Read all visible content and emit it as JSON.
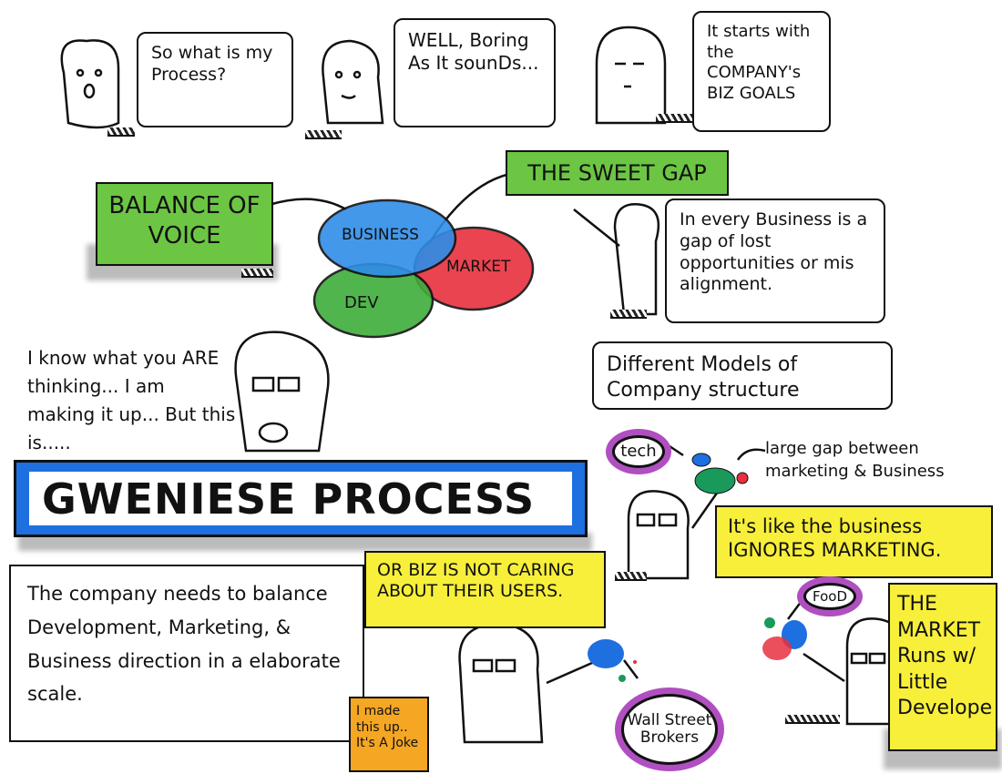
{
  "bubbles": {
    "what_process": "So what is my Process?",
    "boring": "WELL, Boring As It sounDs...",
    "starts": "It starts with the COMPANY's BIZ GOALS",
    "gap": "In every Business is a gap of lost opportunities or mis alignment.",
    "models": "Different Models of Company structure"
  },
  "labels": {
    "balance_voice": "BALANCE OF VOICE",
    "sweet_gap": "THE SWEET GAP",
    "thinking": "I know what you ARE thinking... I am making it up... But this is.....",
    "title": "GWENIESE PROCESS",
    "tech": "tech",
    "large_gap": "large gap between marketing & Business",
    "ignores": "It's like the business IGNORES MARKETING.",
    "balance_text": "The company needs to balance Development, Marketing, & Business direction in a elaborate scale.",
    "not_caring": "OR BIZ IS NOT CARING ABOUT THEIR USERS.",
    "joke": "I made this up.. It's A Joke",
    "wall_street": "Wall Street Brokers",
    "food": "FooD",
    "market_runs": "THE MARKET Runs w/ Little Develope"
  },
  "venn": {
    "business": "BUSINESS",
    "market": "MARKET",
    "dev": "DEV"
  },
  "colors": {
    "green": "#6cc644",
    "blue": "#1e6fe0",
    "red": "#e8303f",
    "yellow": "#f7ef3a",
    "purple": "#b04fc0",
    "orange": "#f5a623"
  }
}
